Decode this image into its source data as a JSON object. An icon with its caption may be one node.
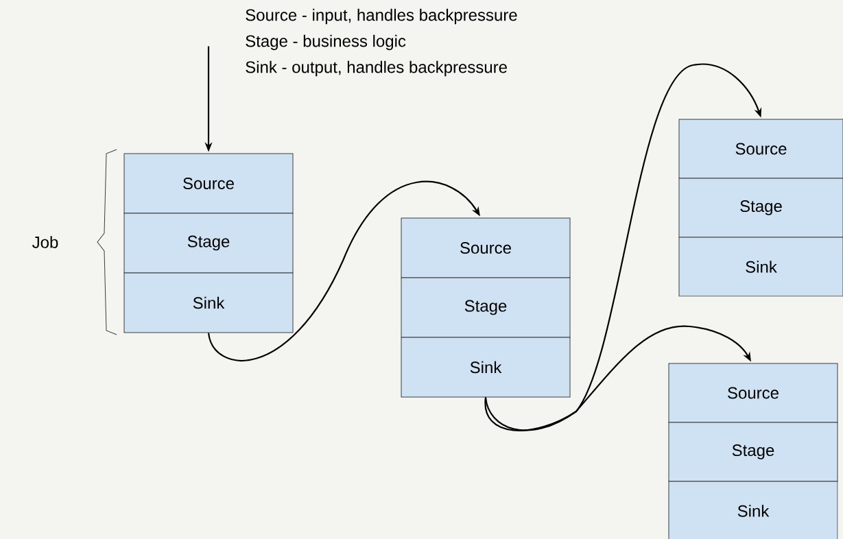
{
  "diagram": {
    "nodes": [
      {
        "text": [
          "Source"
        ]
      },
      {
        "text": [
          "Stage"
        ]
      },
      {
        "text": [
          "Sink"
        ]
      },
      {
        "text": [
          "Source"
        ]
      },
      {
        "text": [
          "Stage"
        ]
      },
      {
        "text": [
          "Sink"
        ]
      },
      {
        "text": [
          "Source"
        ]
      },
      {
        "text": [
          "Stage"
        ]
      },
      {
        "text": [
          "Sink"
        ]
      },
      {
        "text": [
          "Source"
        ]
      },
      {
        "text": [
          "Stage"
        ]
      },
      {
        "text": [
          "Sink"
        ]
      }
    ],
    "edges": [
      {
        "from": null,
        "to": 0,
        "arrow": "to"
      },
      {
        "from": 2,
        "to": 3,
        "arrow": "to"
      },
      {
        "from": 5,
        "to": 6,
        "arrow": "to"
      },
      {
        "from": 5,
        "to": 9,
        "arrow": "to"
      }
    ],
    "labels": [
      "Source - input, handles backpressure",
      "Stage - business logic",
      "Sink - output, handles backpressure",
      "Job"
    ]
  }
}
